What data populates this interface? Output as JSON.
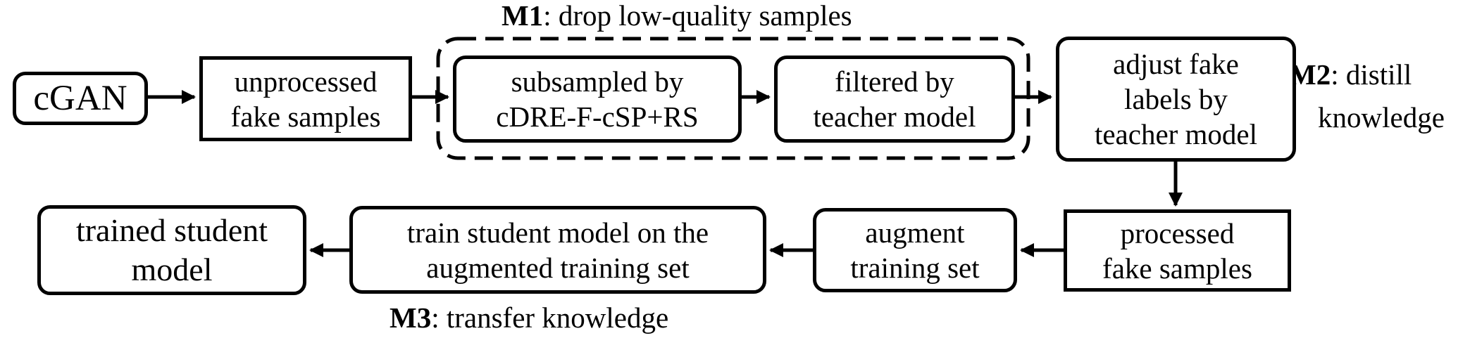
{
  "nodes": {
    "cgan": {
      "text": "cGAN"
    },
    "unprocessed": {
      "text": "unprocessed\nfake samples"
    },
    "subsampled": {
      "text": "subsampled by\ncDRE-F-cSP+RS"
    },
    "filtered": {
      "text": "filtered by\nteacher model"
    },
    "adjust": {
      "text": "adjust fake\nlabels by\nteacher model"
    },
    "processed": {
      "text": "processed\nfake samples"
    },
    "augment": {
      "text": "augment\ntraining set"
    },
    "train_student": {
      "text": "train student model on the\naugmented  training set"
    },
    "trained_student": {
      "text": "trained student\nmodel"
    }
  },
  "modules": {
    "m1": {
      "tag": "M1",
      "desc": ": drop low-quality samples"
    },
    "m2": {
      "tag": "M2",
      "desc": ": distill",
      "desc2": "knowledge"
    },
    "m3": {
      "tag": "M3",
      "desc": ": transfer knowledge"
    }
  },
  "colors": {
    "stroke": "#000000",
    "background": "#ffffff"
  }
}
